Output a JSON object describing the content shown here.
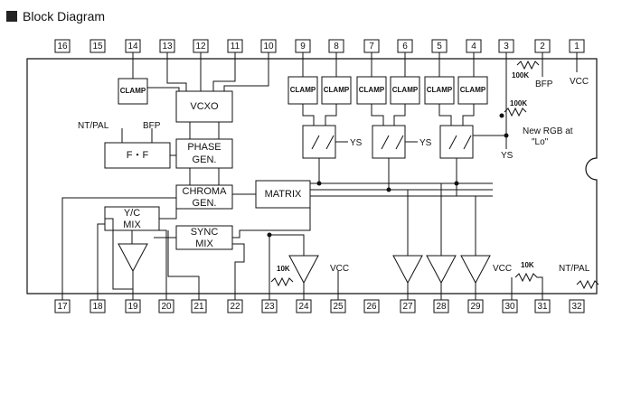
{
  "title": "Block Diagram",
  "pins_top": [
    "16",
    "15",
    "14",
    "13",
    "12",
    "11",
    "10",
    "9",
    "8",
    "7",
    "6",
    "5",
    "4",
    "3",
    "2",
    "1"
  ],
  "pins_bottom": [
    "17",
    "18",
    "19",
    "20",
    "21",
    "22",
    "23",
    "24",
    "25",
    "26",
    "27",
    "28",
    "29",
    "30",
    "31",
    "32"
  ],
  "blocks": {
    "vcxo": "VCXO",
    "ff": "F・F",
    "phase_gen": [
      "PHASE",
      "GEN."
    ],
    "chroma_gen": [
      "CHROMA",
      "GEN."
    ],
    "matrix": "MATRIX",
    "yc_mix": [
      "Y/C",
      "MIX"
    ],
    "sync_mix": [
      "SYNC",
      "MIX"
    ],
    "clamp": "CLAMP"
  },
  "labels": {
    "nt_pal_left": "NT/PAL",
    "bfp_left": "BFP",
    "bfp_right": "BFP",
    "vcc_right": "VCC",
    "r_100k_a": "100K",
    "r_100k_b": "100K",
    "new_rgb": [
      "New RGB at",
      "\"Lo\""
    ],
    "ys_1": "YS",
    "ys_2": "YS",
    "ys_3": "YS",
    "r_10k_left": "10K",
    "vcc_mid": "VCC",
    "vcc_bottom_right": "VCC",
    "r_10k_right": "10K",
    "nt_pal_right": "NT/PAL"
  },
  "colors": {
    "ink": "#111111",
    "background": "#ffffff"
  }
}
